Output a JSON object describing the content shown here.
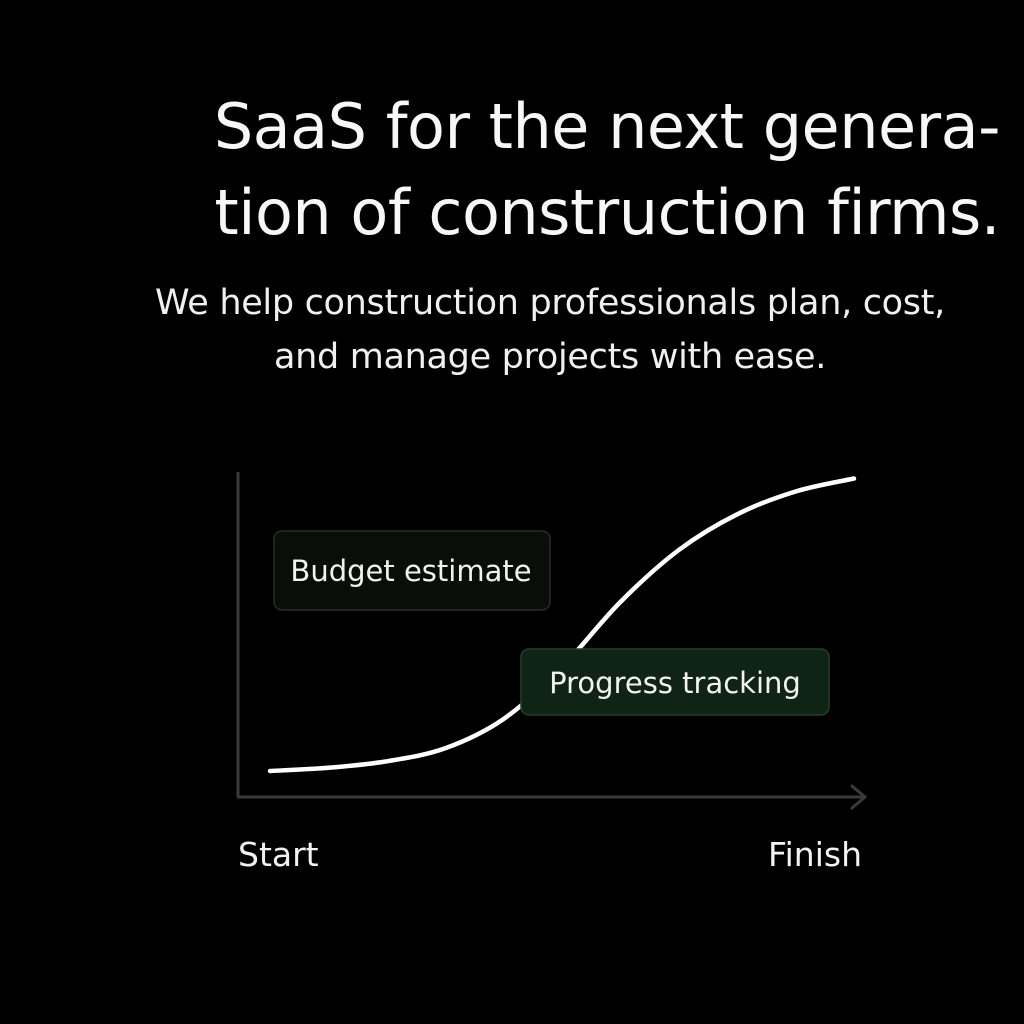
{
  "headline": {
    "line1": "SaaS for the next genera-",
    "line2": "tion of construction firms."
  },
  "subheadline": {
    "line1": "We help construction professionals plan, cost,",
    "line2": "and manage projects with ease."
  },
  "chart_data": {
    "type": "line",
    "xlabel": "",
    "ylabel": "",
    "x_tick_labels": [
      "Start",
      "Finish"
    ],
    "callouts": [
      {
        "label": "Budget estimate"
      },
      {
        "label": "Progress tracking"
      }
    ],
    "x": [
      0,
      0.1,
      0.2,
      0.3,
      0.4,
      0.5,
      0.6,
      0.7,
      0.8,
      0.9,
      1.0
    ],
    "series": [
      {
        "values": [
          0.08,
          0.09,
          0.11,
          0.15,
          0.24,
          0.4,
          0.6,
          0.76,
          0.87,
          0.94,
          0.98
        ]
      }
    ],
    "xlim": [
      0,
      1
    ],
    "ylim": [
      0,
      1
    ],
    "grid": false,
    "colors": {
      "line": "#ffffff",
      "axis": "#3a3a3a",
      "callout_default_bg": "#0b0d0b",
      "callout_default_border": "#2a2d2a",
      "callout_highlight_bg": "#0f2414",
      "callout_highlight_border": "#22402a"
    }
  }
}
